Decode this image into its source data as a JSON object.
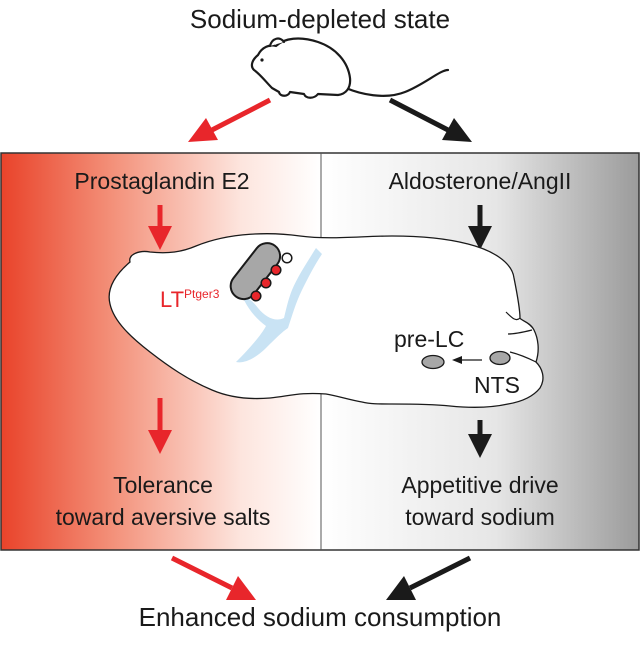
{
  "title": "Sodium-depleted state",
  "left": {
    "signal": "Prostaglandin E2",
    "outcome_line1": "Tolerance",
    "outcome_line2": "toward aversive salts"
  },
  "right": {
    "signal": "Aldosterone/AngII",
    "outcome_line1": "Appetitive drive",
    "outcome_line2": "toward sodium"
  },
  "brain_labels": {
    "lt_main": "LT",
    "lt_super": "Ptger3",
    "pre_lc": "pre-LC",
    "nts": "NTS"
  },
  "bottom": "Enhanced sodium consumption",
  "colors": {
    "red": "#e8262b",
    "black": "#1a1a1a",
    "gradient_red": "#e9432a",
    "gradient_gray": "#9b9b9b",
    "ventricle_blue": "#c9e3f4",
    "nucleus_gray": "#a7a7a7"
  }
}
